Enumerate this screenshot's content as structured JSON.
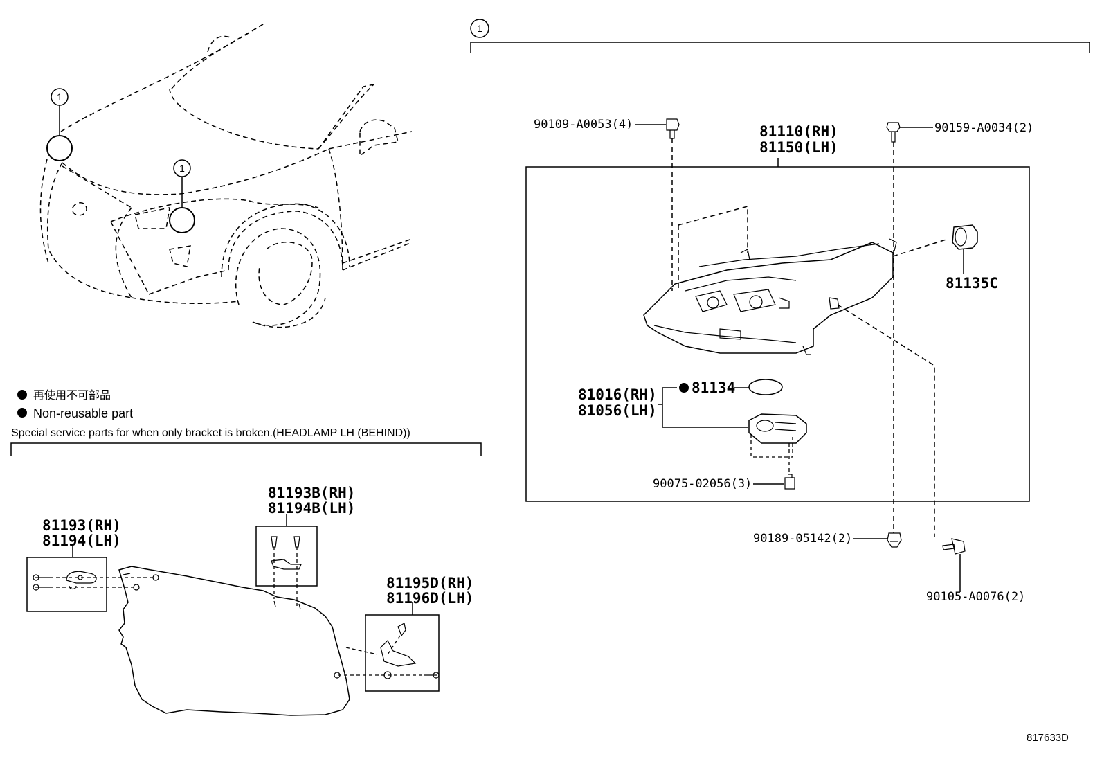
{
  "callout_number": "1",
  "legend": {
    "japanese_note": "再使用不可部品",
    "english_note": "Non-reusable part"
  },
  "special_note": "Special service parts for when only bracket is broken.(HEADLAMP LH (BEHIND))",
  "parts": {
    "headlamp_rh": "81110(RH)",
    "headlamp_lh": "81150(LH)",
    "bolt_top_left": "90109-A0053(4)",
    "screw_top_right": "90159-A0034(2)",
    "socket": "81135C",
    "o_ring": "81134",
    "ecu_rh": "81016(RH)",
    "ecu_lh": "81056(LH)",
    "ecu_screw": "90075-02056(3)",
    "grommet": "90189-05142(2)",
    "screw_bottom_right": "90105-A0076(2)",
    "bracket_rh": "81193(RH)",
    "bracket_lh": "81194(LH)",
    "bracket_b_rh": "81193B(RH)",
    "bracket_b_lh": "81194B(LH)",
    "bracket_d_rh": "81195D(RH)",
    "bracket_d_lh": "81196D(LH)"
  },
  "reference_number": "817633D",
  "icons": {
    "non_reusable": "filled-circle-icon",
    "callout": "circled-number-icon"
  },
  "colors": {
    "line": "#000000",
    "background": "#ffffff"
  }
}
